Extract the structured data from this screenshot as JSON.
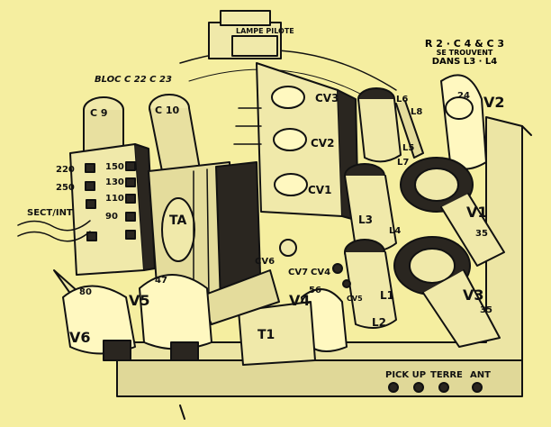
{
  "colors": {
    "paper": "#f5eea0",
    "ink": "#111111",
    "metal": "#e9e2a6",
    "shade": "#2a2620"
  },
  "labels": {
    "lampe_pilote": "LAMPE PILOTE",
    "bloc": "BLOC C 22 C 23",
    "note_line1": "R 2 · C 4 & C 3",
    "note_line2": "SE TROUVENT",
    "note_line3": "DANS L3 · L4",
    "c9": "C 9",
    "c10": "C 10",
    "cv3": "CV3",
    "cv2": "CV2",
    "cv1": "CV1",
    "l6": "L6",
    "l8": "L8",
    "l5": "L5",
    "l7": "L7",
    "n24": "24",
    "v2": "V2",
    "v220": "220",
    "v250": "250",
    "v150": "150",
    "v130": "130",
    "v110": "110",
    "v90": "90",
    "sect": "SECT/INT",
    "l3": "L3",
    "l4": "L4",
    "v1": "V1",
    "n35a": "35",
    "tia": "TA",
    "cv6": "CV6",
    "cv7": "CV7",
    "cv4": "CV4",
    "cv5": "CV5",
    "n56": "56",
    "l1": "L1",
    "l2": "L2",
    "v3": "V3",
    "n35b": "35",
    "n80": "80",
    "n47": "47",
    "v5": "V5",
    "v4": "V4",
    "v6": "V6",
    "t1": "T1",
    "pickup": "PICK UP",
    "terre": "TERRE",
    "ant": "ANT"
  }
}
